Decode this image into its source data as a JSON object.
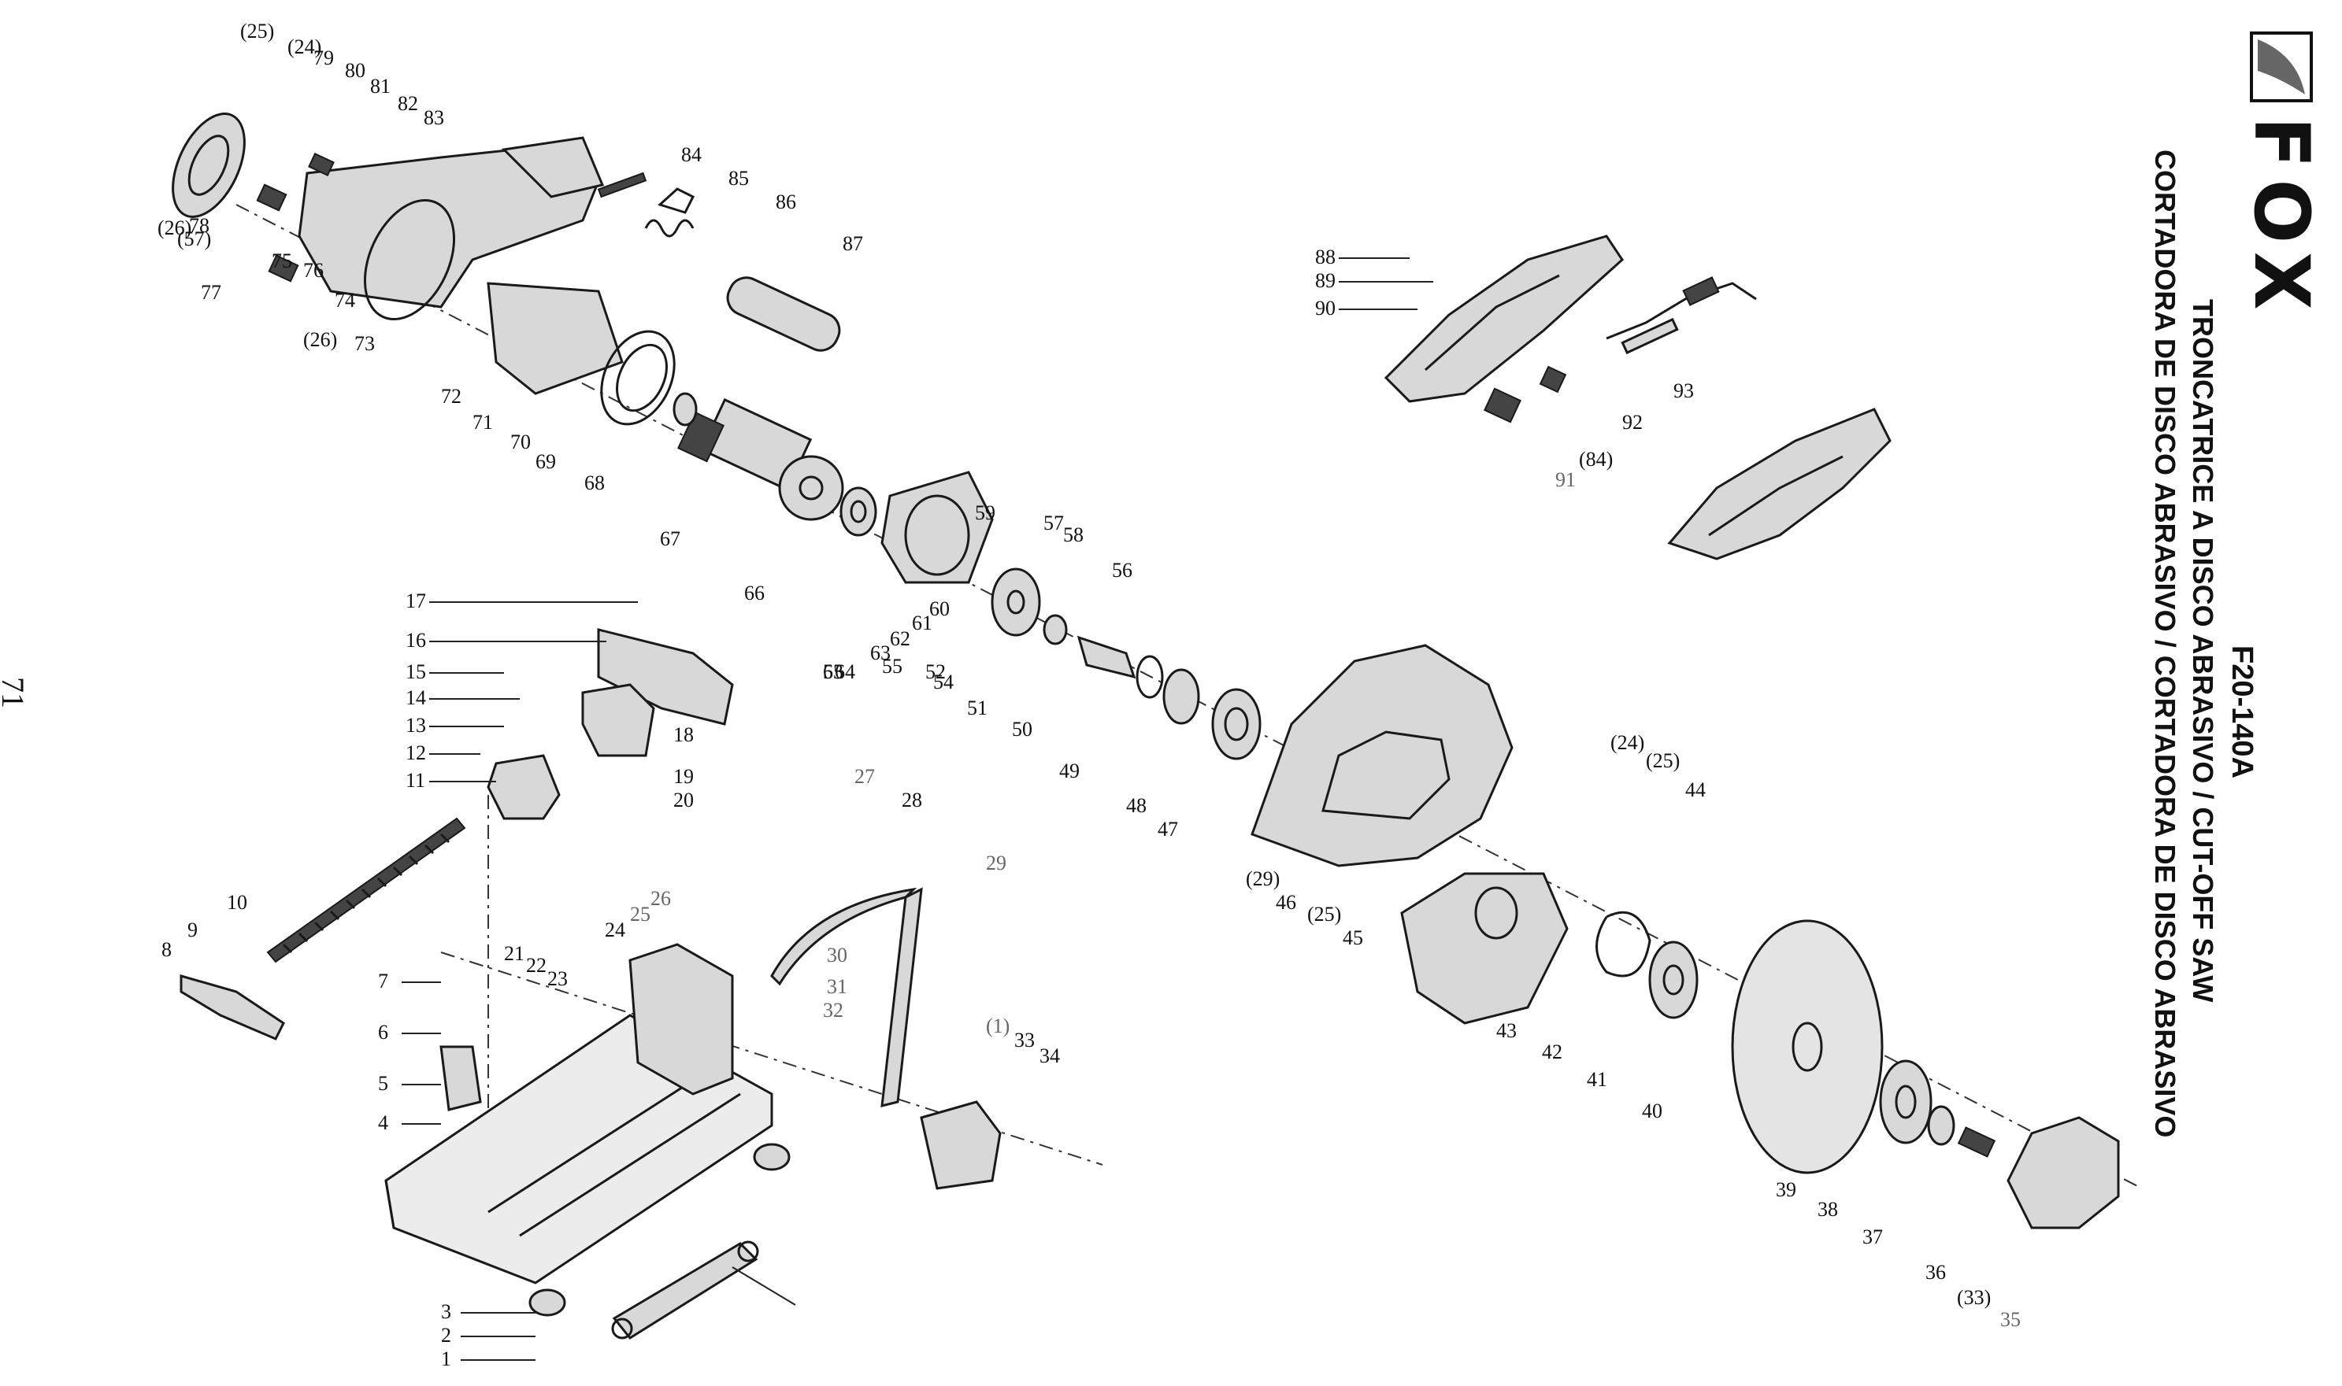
{
  "title_block": {
    "brand": "FOX",
    "model": "F20-140A",
    "line1": "TRONCATRICE A DISCO ABRASIVO / CUT-OFF SAW",
    "line2": "CORTADORA DE DISCO ABRASIVO / CORTADORA DE DISCO ABRASIVO"
  },
  "page_number": "71",
  "part_labels": [
    "1",
    "2",
    "3",
    "4",
    "5",
    "6",
    "7",
    "8",
    "9",
    "10",
    "11",
    "12",
    "13",
    "14",
    "15",
    "16",
    "17",
    "18",
    "19",
    "20",
    "21",
    "22",
    "23",
    "24",
    "25",
    "26",
    "27",
    "28",
    "29",
    "30",
    "31",
    "32",
    "(1)",
    "33",
    "34",
    "35",
    "36",
    "(33)",
    "37",
    "38",
    "39",
    "40",
    "41",
    "42",
    "43",
    "44",
    "(24)",
    "(25)",
    "45",
    "46",
    "(29)",
    "(25)",
    "47",
    "48",
    "49",
    "50",
    "51",
    "52",
    "53",
    "54",
    "55",
    "56",
    "57",
    "58",
    "59",
    "60",
    "61",
    "62",
    "63",
    "64",
    "65",
    "66",
    "67",
    "68",
    "69",
    "70",
    "71",
    "72",
    "73",
    "74",
    "75",
    "76",
    "(26)",
    "77",
    "(57)",
    "78",
    "(26)",
    "(25)",
    "(24)",
    "79",
    "80",
    "81",
    "82",
    "83",
    "84",
    "85",
    "86",
    "87",
    "88",
    "89",
    "90",
    "91",
    "(84)",
    "92",
    "93"
  ]
}
